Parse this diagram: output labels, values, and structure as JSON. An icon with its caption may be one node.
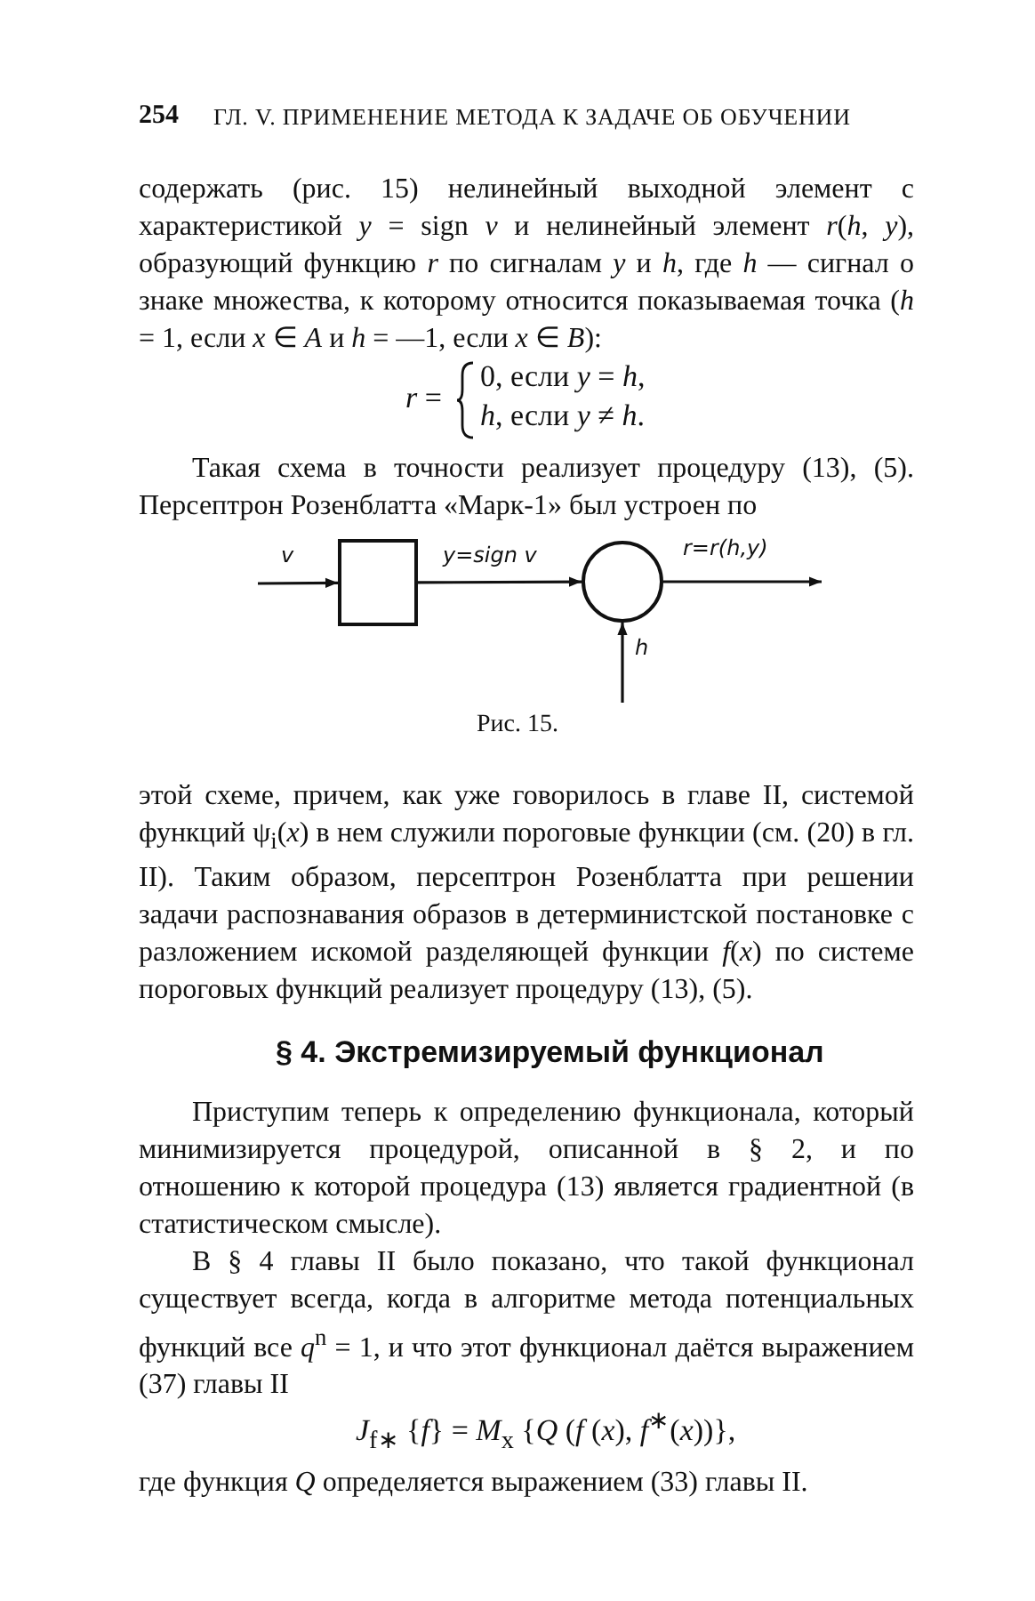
{
  "diagram": {
    "caption": "Рис. 15.",
    "nodes": [
      {
        "text": [],
        "shape": "box"
      },
      {
        "text": [],
        "shape": "circle"
      }
    ],
    "edges": [
      {
        "from": null,
        "to": 0,
        "arrow": "to",
        "label": "v"
      },
      {
        "from": 0,
        "to": 1,
        "arrow": "to",
        "label": "y=sign v"
      },
      {
        "from": 1,
        "to": null,
        "arrow": "to",
        "label": "r=r(h,y)"
      },
      {
        "from": null,
        "to": 1,
        "arrow": "to",
        "label": "h"
      }
    ],
    "labels": [
      "254",
      "ГЛ. V. ПРИМЕНЕНИЕ МЕТОДА К ЗАДАЧЕ ОБ ОБУЧЕНИИ",
      "содержать (рис. 15) нелинейный выходной элемент с характеристикой *y* = sign *v* и нелинейный элемент *r*(*h*, *y*), образующий функцию *r* по сигналам *y* и *h*, где *h* — сигнал о знаке множества, к которому относится показываемая точка (*h* = 1, если *x* ∈ *A* и *h* = —1, если *x* ∈ *B*):",
      "*r* =",
      "0, если *y* = *h*,",
      "*h*, если *y* ≠ *h*.",
      "Такая схема в точности реализует процедуру (13), (5). Персептрон Розенблатта «Марк-1» был устроен по",
      "этой схеме, причем, как уже говорилось в главе II, системой функций ψ$_{i}$(*x*) в нем служили пороговые функции (см. (20) в гл. II). Таким образом, персептрон Розенблатта при решении задачи распознавания образов в детерминистской постановке с разложением искомой разделяющей функции *f*(*x*) по системе пороговых функций реализует процедуру (13), (5).",
      "§ 4. Экстремизируемый функционал",
      "Приступим теперь к определению функционала, который минимизируется процедурой, описанной в § 2, и по отношению к которой процедура (13) является градиентной (в статистическом смысле).",
      "В § 4 главы II было показано, что такой функционал существует всегда, когда в алгоритме метода потенциальных функций все *q*$^{n}$ = 1, и что этот функционал даётся выражением (37) главы II",
      "*J*$_{f∗}$ {*f*} = *M*$_{x}$ {*Q* (*f* (*x*), *f*$^{∗}$(*x*))},",
      "где функция *Q* определяется выражением (33) главы II."
    ]
  }
}
